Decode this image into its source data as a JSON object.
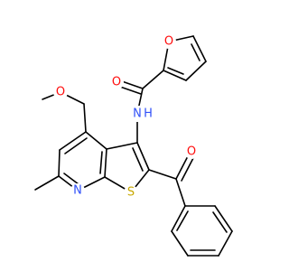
{
  "colors": {
    "bond": "#000000",
    "oxygen": "#ff0d0d",
    "nitrogen": "#3050f8",
    "sulfur": "#c8a800",
    "hydrogen_on_n": "#3050f8",
    "background": "#ffffff"
  },
  "atom_labels": {
    "furan_oxygen": "O",
    "amide_oxygen": "O",
    "amide_nitrogen": "N",
    "amide_hydrogen": "H",
    "ether_oxygen": "O",
    "carbonyl_oxygen": "O",
    "pyridine_nitrogen": "N",
    "thiophene_sulfur": "S"
  }
}
